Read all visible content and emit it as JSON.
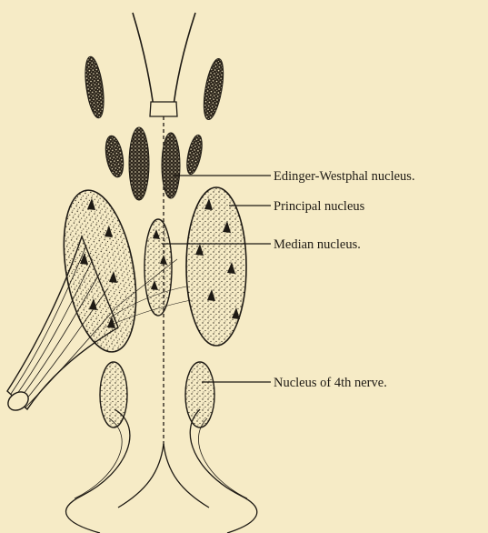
{
  "figure": {
    "background": "#f6ebc6",
    "ink": "#1e1a14",
    "labels": {
      "edinger_westphal": "Edinger-Westphal nucleus.",
      "principal": "Principal nucleus",
      "median": "Median nucleus.",
      "fourth_nerve": "Nucleus of 4th nerve."
    }
  }
}
